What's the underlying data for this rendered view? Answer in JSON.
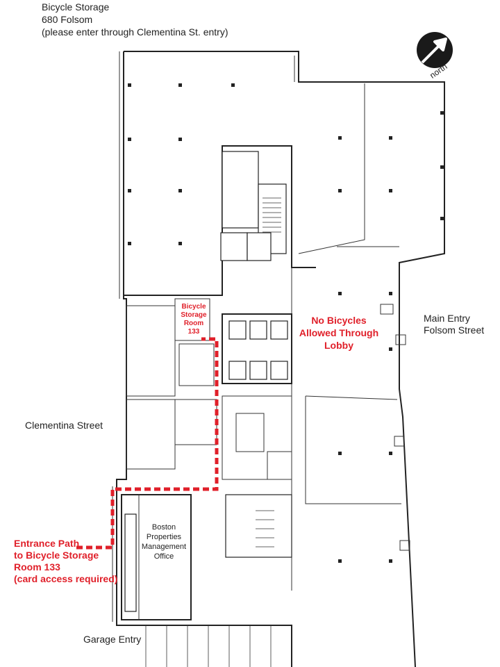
{
  "header": {
    "line1": "Bicycle Storage",
    "line2": "680 Folsom",
    "line3": "(please enter through Clementina St. entry)"
  },
  "compass": {
    "label": "north",
    "icon": "north-arrow-icon"
  },
  "labels": {
    "bike_room": [
      "Bicycle",
      "Storage",
      "Room",
      "133"
    ],
    "no_bikes": [
      "No Bicycles",
      "Allowed Through",
      "Lobby"
    ],
    "main_entry": [
      "Main Entry",
      "Folsom Street"
    ],
    "clementina": "Clementina Street",
    "entrance_path": [
      "Entrance Path",
      "to Bicycle Storage",
      "Room 133",
      "(card access required)"
    ],
    "office": [
      "Boston",
      "Properties",
      "Management",
      "Office"
    ],
    "garage": "Garage Entry"
  },
  "colors": {
    "path_red": "#e0202a",
    "wall": "#222222"
  }
}
